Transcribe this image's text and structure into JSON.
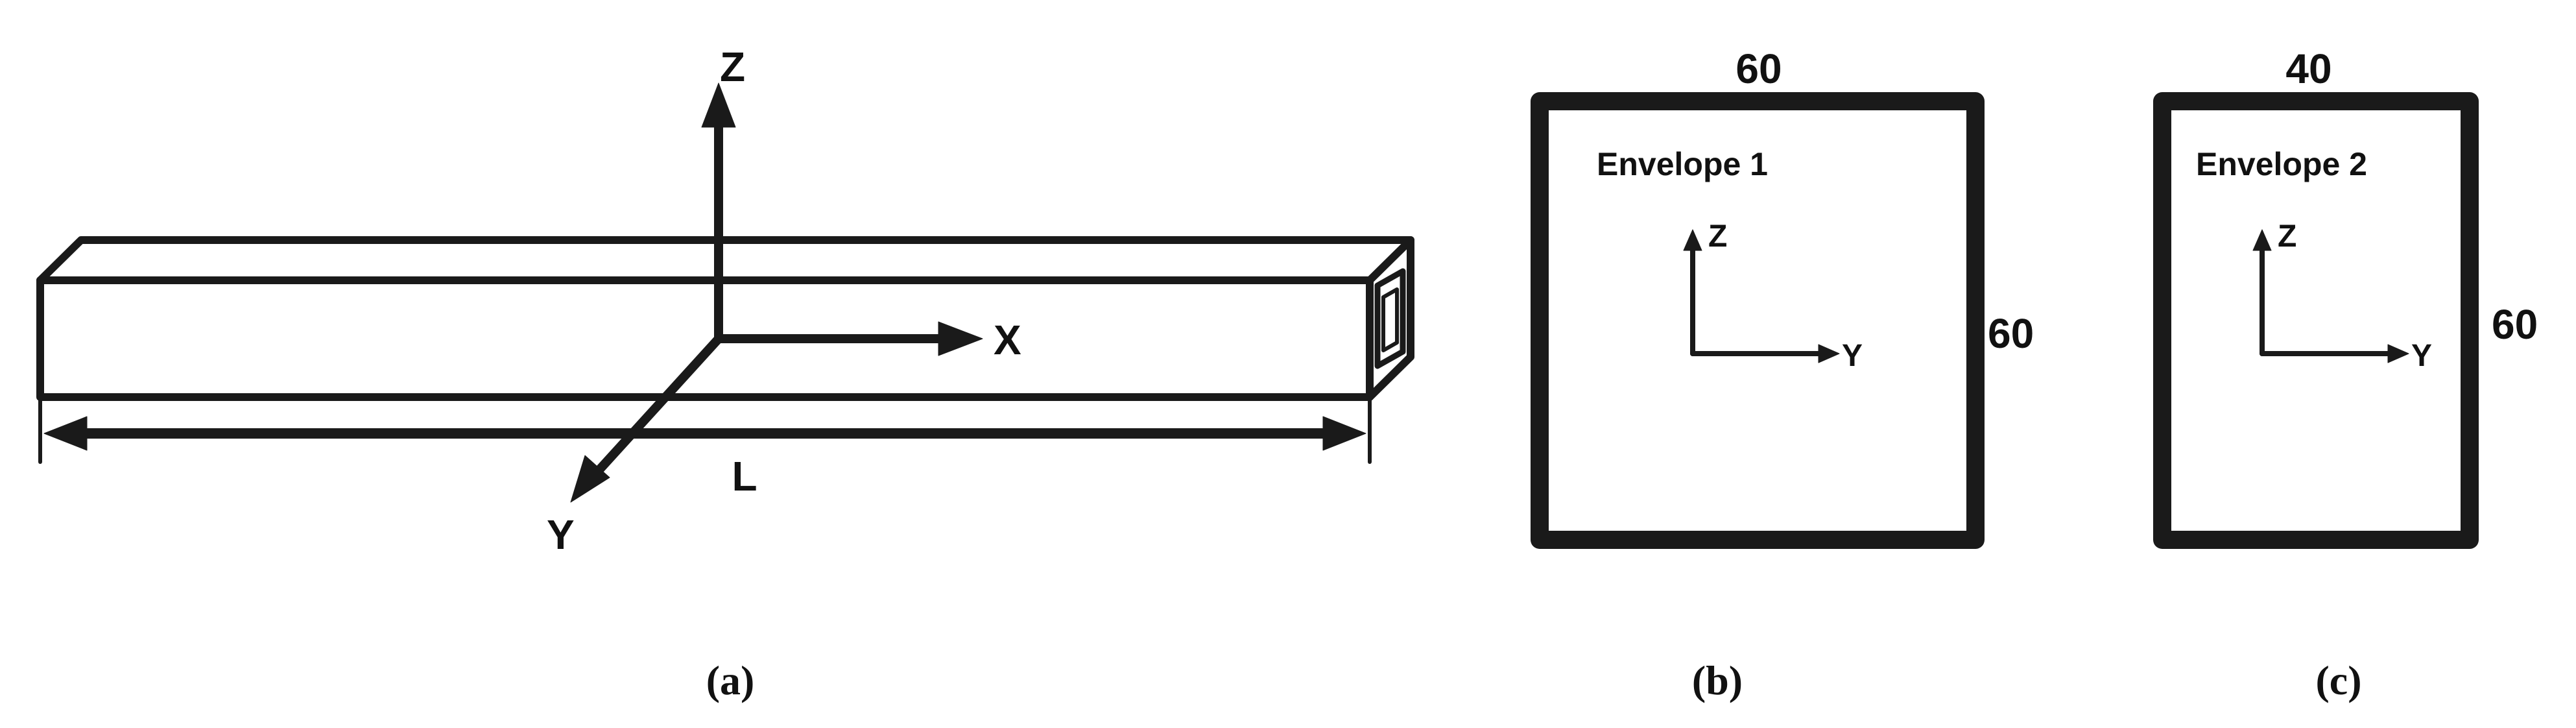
{
  "panels": {
    "a": {
      "caption": "(a)",
      "axis_labels": {
        "z": "Z",
        "x": "X",
        "y": "Y"
      },
      "length_label": "L"
    },
    "b": {
      "caption": "(b)",
      "title": "Envelope 1",
      "width_label": "60",
      "height_label": "60",
      "axis_labels": {
        "z": "Z",
        "y": "Y"
      }
    },
    "c": {
      "caption": "(c)",
      "title": "Envelope 2",
      "width_label": "40",
      "height_label": "60",
      "axis_labels": {
        "z": "Z",
        "y": "Y"
      }
    }
  },
  "colors": {
    "line": "#1a1a1a",
    "background": "#ffffff"
  }
}
